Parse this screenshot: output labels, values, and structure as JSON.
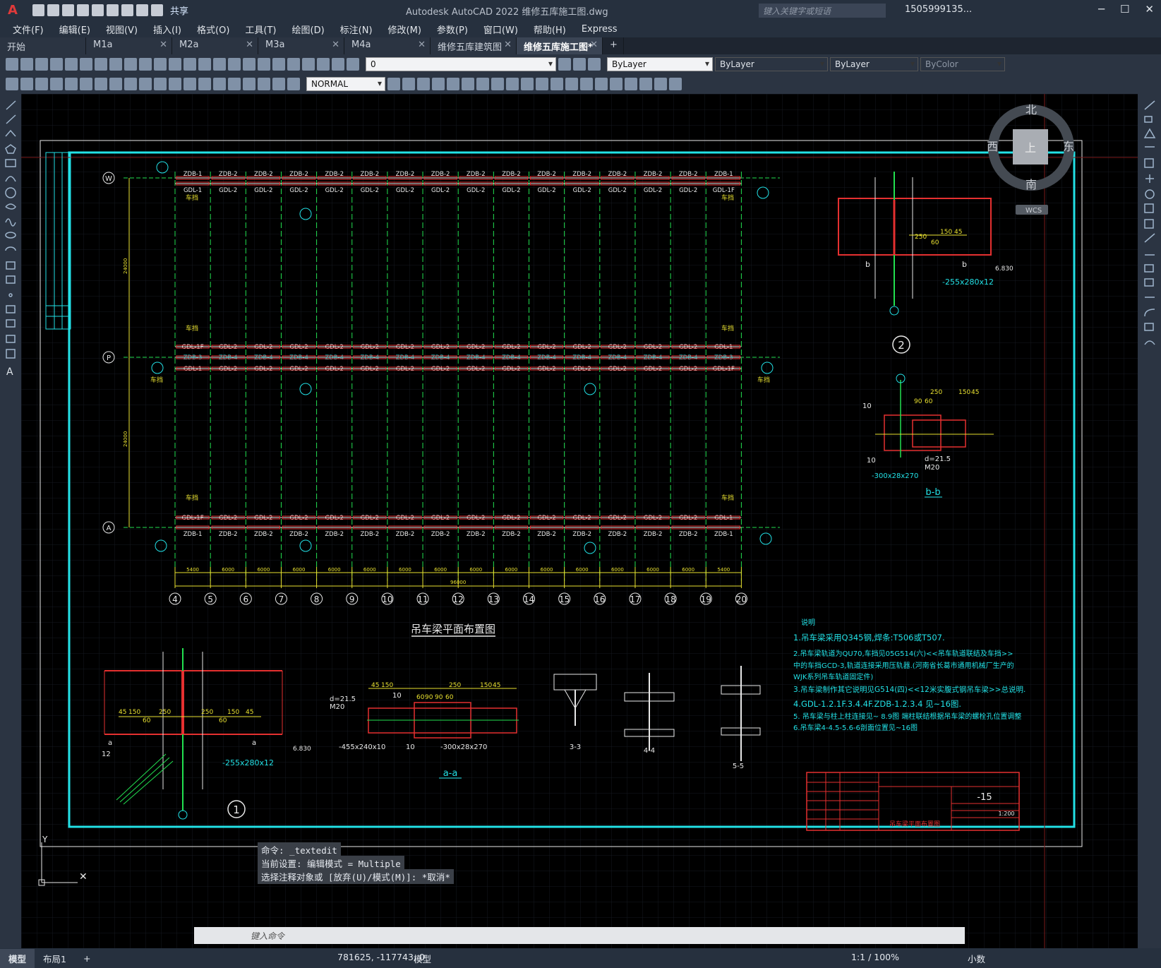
{
  "app": {
    "logo": "A",
    "title": "Autodesk AutoCAD 2022    维修五库施工图.dwg",
    "share": "共享",
    "search_placeholder": "键入关键字或短语",
    "user": "1505999135..."
  },
  "menu": [
    "文件(F)",
    "编辑(E)",
    "视图(V)",
    "插入(I)",
    "格式(O)",
    "工具(T)",
    "绘图(D)",
    "标注(N)",
    "修改(M)",
    "参数(P)",
    "窗口(W)",
    "帮助(H)",
    "Express"
  ],
  "tabs": [
    {
      "label": "开始"
    },
    {
      "label": "M1a"
    },
    {
      "label": "M2a"
    },
    {
      "label": "M3a"
    },
    {
      "label": "M4a"
    },
    {
      "label": "维修五库建筑图"
    },
    {
      "label": "维修五库施工图*"
    }
  ],
  "toolbar": {
    "layer": "0",
    "color": "ByLayer",
    "linetype": "ByLayer",
    "lineweight": "ByLayer",
    "plotstyle": "ByColor",
    "dimstyle": "NORMAL"
  },
  "viewcube": {
    "north": "北",
    "south": "南",
    "east": "东",
    "west": "西",
    "top": "上",
    "wcs": "WCS"
  },
  "drawing": {
    "plan_title": "吊车梁平面布置图",
    "col_labels": [
      "4",
      "5",
      "6",
      "7",
      "8",
      "9",
      "10",
      "11",
      "12",
      "13",
      "14",
      "15",
      "16",
      "17",
      "18",
      "19",
      "20"
    ],
    "row_labels": [
      "W",
      "P",
      "A"
    ],
    "dim_spans": [
      "5400",
      "6000",
      "6000",
      "6000",
      "6000",
      "6000",
      "6000",
      "6000",
      "6000",
      "6000",
      "6000",
      "6000",
      "6000",
      "6000",
      "6000",
      "5400"
    ],
    "dim_total": "96000",
    "row_dim": "24000",
    "zdb_top": [
      "ZDB-1",
      "ZDB-2",
      "ZDB-2",
      "ZDB-2",
      "ZDB-2",
      "ZDB-2",
      "ZDB-2",
      "ZDB-2",
      "ZDB-2",
      "ZDB-2",
      "ZDB-2",
      "ZDB-2",
      "ZDB-2",
      "ZDB-2",
      "ZDB-2",
      "ZDB-1"
    ],
    "gdl_top": [
      "GDL-1",
      "GDL-2",
      "GDL-2",
      "GDL-2",
      "GDL-2",
      "GDL-2",
      "GDL-2",
      "GDL-2",
      "GDL-2",
      "GDL-2",
      "GDL-2",
      "GDL-2",
      "GDL-2",
      "GDL-2",
      "GDL-2",
      "GDL-1F"
    ],
    "gdl_mid_a": [
      "GDL-1F",
      "GDL-2",
      "GDL-2",
      "GDL-2",
      "GDL-2",
      "GDL-2",
      "GDL-2",
      "GDL-2",
      "GDL-2",
      "GDL-2",
      "GDL-2",
      "GDL-2",
      "GDL-2",
      "GDL-2",
      "GDL-2",
      "GDL-1"
    ],
    "zdb_mid": [
      "ZDB-3",
      "ZDB-4",
      "ZDB-4",
      "ZDB-4",
      "ZDB-4",
      "ZDB-4",
      "ZDB-4",
      "ZDB-4",
      "ZDB-4",
      "ZDB-4",
      "ZDB-4",
      "ZDB-4",
      "ZDB-4",
      "ZDB-4",
      "ZDB-4",
      "ZDB-3"
    ],
    "gdl_mid_b": [
      "GDL-1",
      "GDL-2",
      "GDL-2",
      "GDL-2",
      "GDL-2",
      "GDL-2",
      "GDL-2",
      "GDL-2",
      "GDL-2",
      "GDL-2",
      "GDL-2",
      "GDL-2",
      "GDL-2",
      "GDL-2",
      "GDL-2",
      "GDL-1F"
    ],
    "gdl_bot": [
      "GDL-1F",
      "GDL-2",
      "GDL-2",
      "GDL-2",
      "GDL-2",
      "GDL-2",
      "GDL-2",
      "GDL-2",
      "GDL-2",
      "GDL-2",
      "GDL-2",
      "GDL-2",
      "GDL-2",
      "GDL-2",
      "GDL-2",
      "GDL-1"
    ],
    "zdb_bot": [
      "ZDB-1",
      "ZDB-2",
      "ZDB-2",
      "ZDB-2",
      "ZDB-2",
      "ZDB-2",
      "ZDB-2",
      "ZDB-2",
      "ZDB-2",
      "ZDB-2",
      "ZDB-2",
      "ZDB-2",
      "ZDB-2",
      "ZDB-2",
      "ZDB-2",
      "ZDB-1"
    ],
    "stopper": "车挡",
    "sections": {
      "aa": "a-a",
      "bb": "b-b",
      "s33": "3-3",
      "s44": "4-4",
      "s55": "5-5"
    },
    "detail_texts": {
      "plate1": "-255x280x12",
      "plate2": "-300x28x270",
      "plate3": "-455x240x10",
      "d215": "d=21.5",
      "m20": "M20",
      "elev": "6.830",
      "n10": "10",
      "n12": "12"
    },
    "notes_title": "说明",
    "notes": [
      "1.吊车梁采用Q345钢,焊条:T506或T507.",
      "2.吊车梁轨道为QU70,车挡见05G514(六)<<吊车轨道联结及车挡>>",
      "  中的车挡GCD-3,轨道连接采用压轨器.(河南省长葛市通用机械厂生产的",
      "  WJK系列吊车轨道固定件)",
      "3.吊车梁制作其它说明见G514(四)<<12米实腹式钢吊车梁>>总说明.",
      "4.GDL-1.2.1F.3.4.4F.ZDB-1.2.3.4 见~16图.",
      "5. 吊车梁与柱上柱连接见~ 8.9图 端柱联结根据吊车梁的螺栓孔位置调整",
      "6.吊车梁4-4.5-5.6-6剖面位置见~16图"
    ],
    "titleblock": {
      "sheet": "-15",
      "scale": "1:200",
      "drawing_name": "吊车梁平面布置图"
    }
  },
  "command": {
    "history": [
      "命令: _textedit",
      "当前设置: 编辑模式 = Multiple",
      "选择注释对象或 [放弃(U)/模式(M)]: *取消*"
    ],
    "placeholder": "键入命令"
  },
  "status": {
    "tabs": [
      "模型",
      "布局1"
    ],
    "coords": "781625, -117743, 0",
    "mode": "模型",
    "scale": "1:1 / 100%",
    "units": "小数"
  }
}
